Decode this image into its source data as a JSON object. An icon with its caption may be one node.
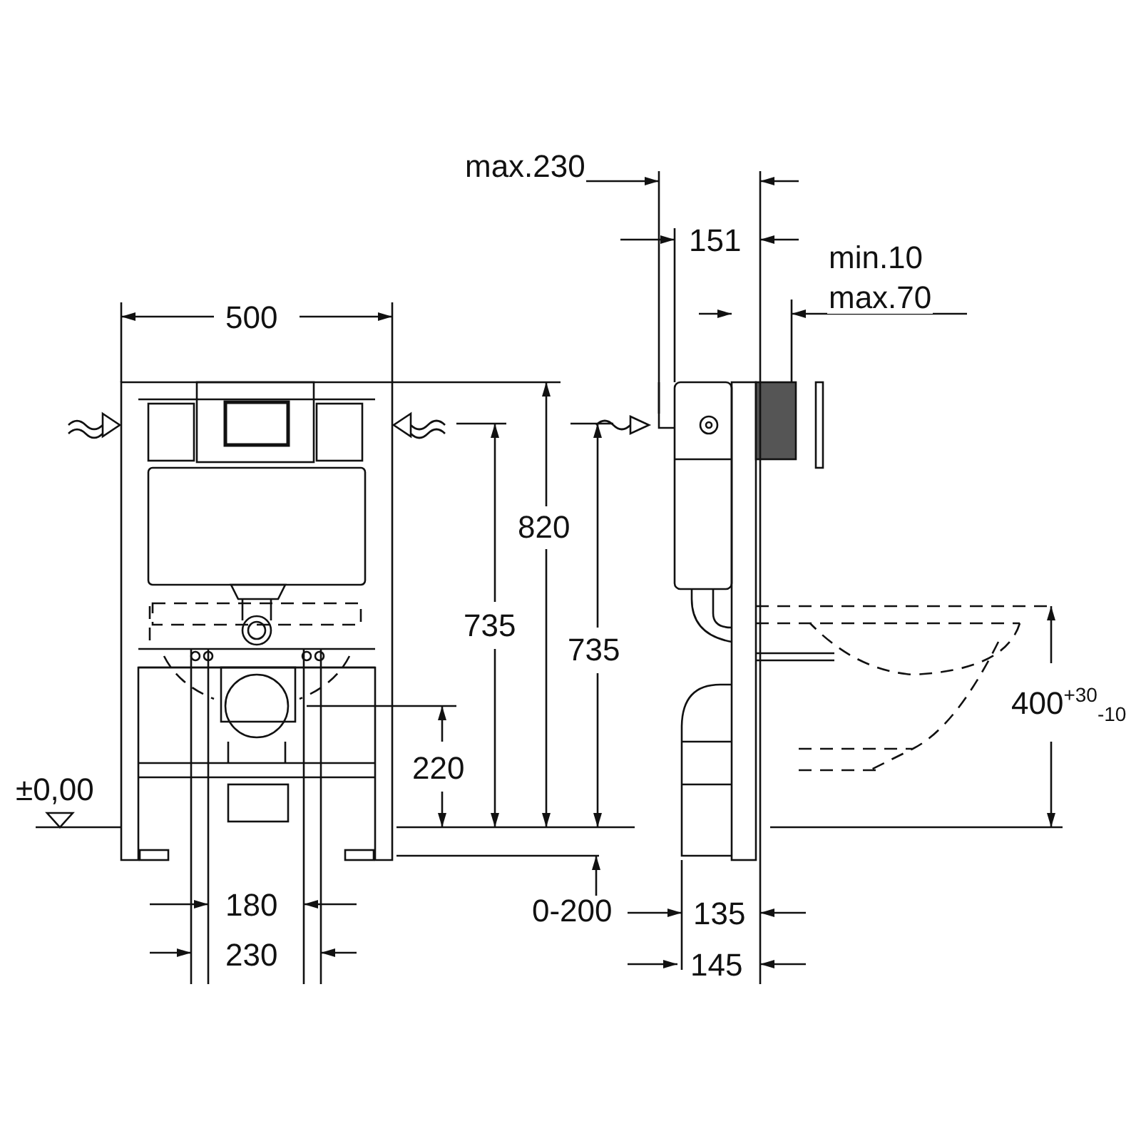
{
  "diagram": {
    "labels": [
      "max.230",
      "151",
      "min.10",
      "max.70",
      "500",
      "820",
      "735",
      "735",
      "400$^{+30}$$_{-10}$",
      "220",
      "±0,00",
      "0-200",
      "180",
      "135",
      "230",
      "145"
    ]
  }
}
